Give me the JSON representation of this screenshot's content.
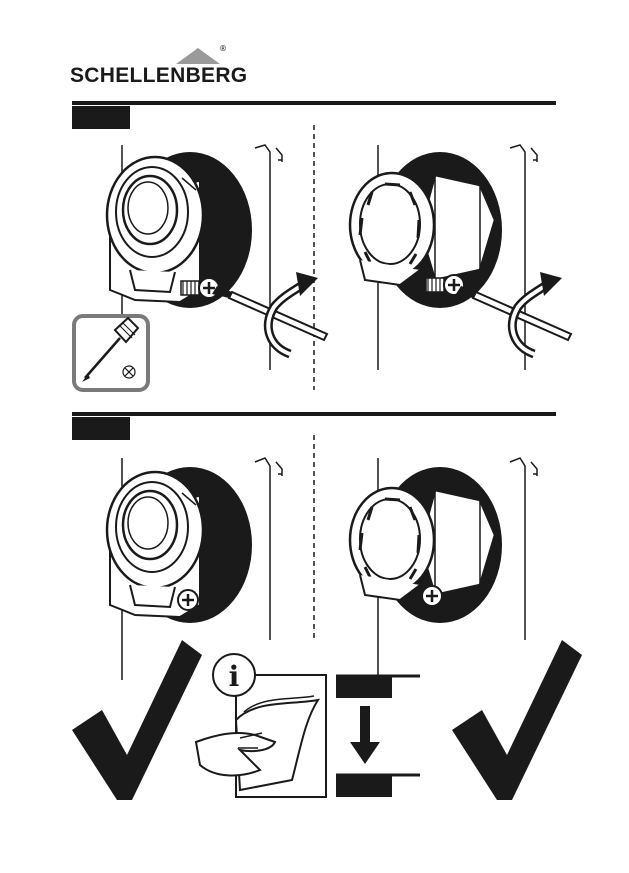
{
  "brand": {
    "name": "SCHELLENBERG",
    "registered_mark": "®"
  },
  "steps": [
    {
      "id": "step-a",
      "marker_color": "#1a1a1a"
    },
    {
      "id": "step-b",
      "marker_color": "#1a1a1a"
    }
  ],
  "icons": {
    "screwdriver": "screwdriver-icon",
    "info": "info-icon",
    "check": "checkmark-icon",
    "arrow": "arrow-down-icon"
  },
  "info_icon": {
    "glyph": "i"
  },
  "colors": {
    "ink": "#1a1a1a",
    "gray_panel": "#7a7a7a",
    "roof": "#9a9a9a"
  }
}
